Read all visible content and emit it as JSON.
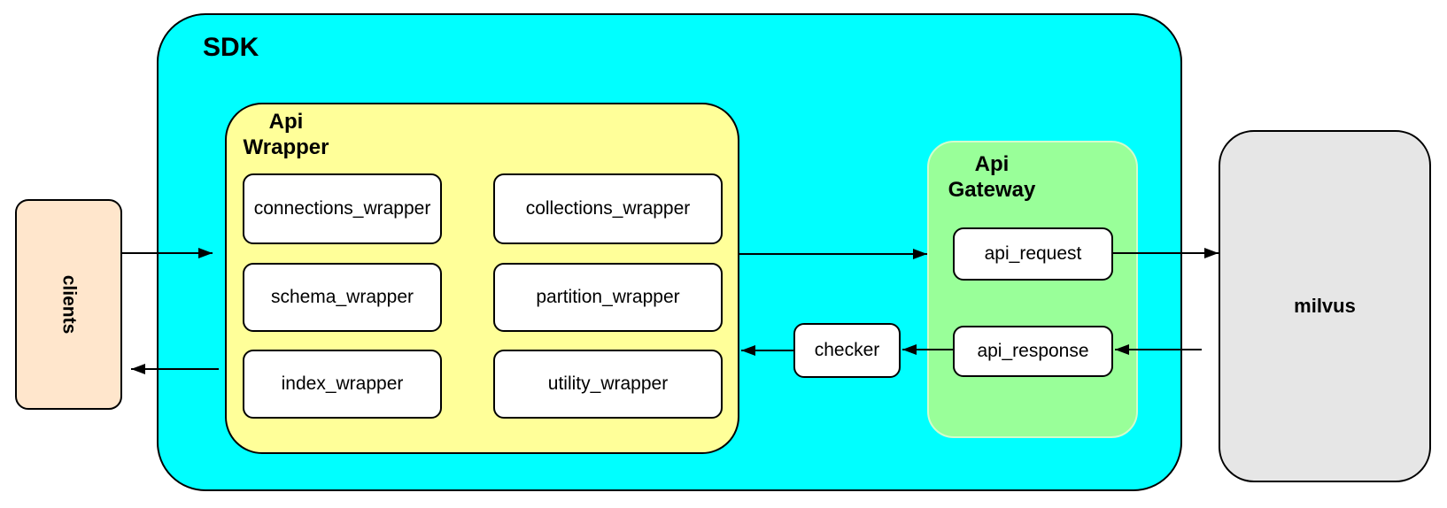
{
  "diagram": {
    "clients": {
      "label": "clients"
    },
    "sdk": {
      "label": "SDK"
    },
    "api_wrapper": {
      "label": [
        "Api",
        "Wrapper"
      ],
      "modules": [
        "connections_wrapper",
        "collections_wrapper",
        "schema_wrapper",
        "partition_wrapper",
        "index_wrapper",
        "utility_wrapper"
      ]
    },
    "checker": {
      "label": "checker"
    },
    "api_gateway": {
      "label": [
        "Api",
        "Gateway"
      ],
      "nodes": [
        "api_request",
        "api_response"
      ]
    },
    "milvus": {
      "label": "milvus"
    },
    "colors": {
      "sdk_fill": "#00ffff",
      "api_wrapper_fill": "#ffff99",
      "api_gateway_fill": "#99ff99",
      "clients_fill": "#ffe6cc",
      "milvus_fill": "#e6e6e6",
      "node_fill": "#ffffff",
      "edge_stroke": "#000000"
    }
  }
}
